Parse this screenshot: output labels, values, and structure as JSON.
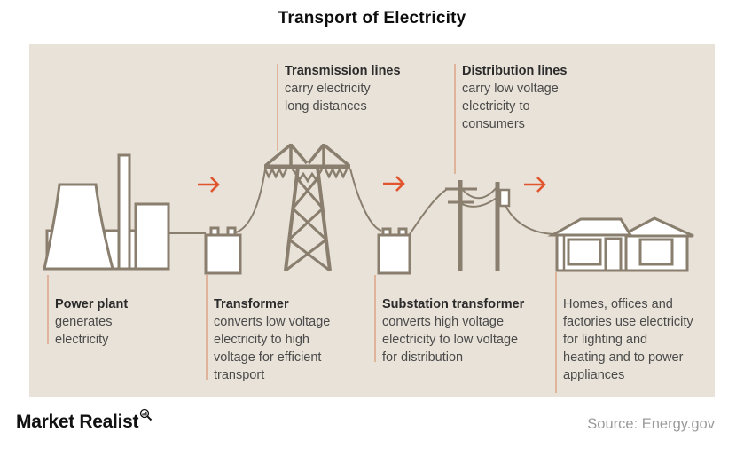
{
  "title": "Transport of Electricity",
  "colors": {
    "panel_background": "#e8e2d8",
    "outline": "#8a7f6e",
    "arrow_orange": "#e0552e",
    "connector_tan": "#e0b49a",
    "label_title": "#2b2b2b",
    "label_body": "#4a4a4a",
    "source_gray": "#9a9a9a"
  },
  "diagram": {
    "icons": [
      "power-plant",
      "transformer",
      "transmission-tower",
      "substation-transformer",
      "utility-poles",
      "house",
      "flow-arrows"
    ],
    "top_labels": [
      {
        "title": "Transmission lines",
        "lines": [
          "carry electricity",
          "long distances"
        ]
      },
      {
        "title": "Distribution lines",
        "lines": [
          "carry low voltage",
          "electricity to",
          "consumers"
        ]
      }
    ],
    "bottom_labels": [
      {
        "title": "Power plant",
        "lines": [
          "generates",
          "electricity"
        ]
      },
      {
        "title": "Transformer",
        "lines": [
          "converts low voltage",
          "electricity to high",
          "voltage for efficient",
          "transport"
        ]
      },
      {
        "title": "Substation transformer",
        "lines": [
          "converts high voltage",
          "electricity to low voltage",
          "for distribution"
        ]
      },
      {
        "title": "",
        "lines": [
          "Homes, offices and",
          "factories use electricity",
          "for lighting and",
          "heating and to power",
          "appliances"
        ]
      }
    ]
  },
  "footer": {
    "brand": "Market Realist",
    "source": "Source: Energy.gov"
  }
}
